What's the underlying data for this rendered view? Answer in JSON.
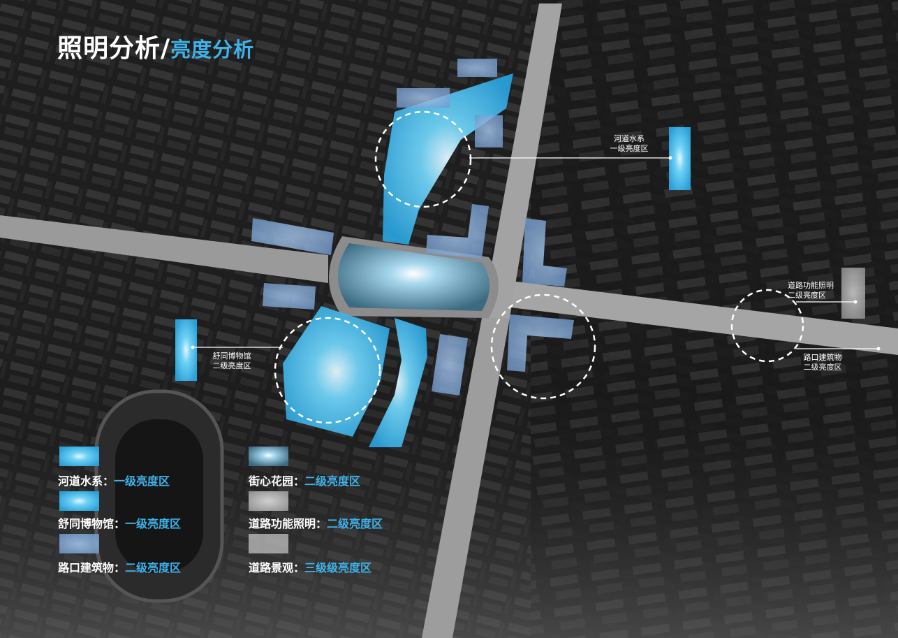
{
  "title": {
    "main": "照明分析/",
    "sub": "亮度分析"
  },
  "callouts": [
    {
      "name": "callout-river",
      "lines": [
        "河道水系",
        "一级亮度区"
      ]
    },
    {
      "name": "callout-road",
      "lines": [
        "道路功能照明",
        "二级亮度区"
      ]
    },
    {
      "name": "callout-corner",
      "lines": [
        "路口建筑物",
        "二级亮度区"
      ]
    },
    {
      "name": "callout-museum",
      "lines": [
        "舒同博物馆",
        "二级亮度区"
      ]
    }
  ],
  "legend": [
    {
      "label": "河道水系：",
      "level": "一级亮度区",
      "swatch": "bright-blue"
    },
    {
      "label": "舒同博物馆：",
      "level": "一级亮度区",
      "swatch": "bright-blue"
    },
    {
      "label": "路口建筑物：",
      "level": "二级亮度区",
      "swatch": "soft-blue"
    },
    {
      "label": "街心花园：",
      "level": "二级亮度区",
      "swatch": "glow-blue"
    },
    {
      "label": "道路功能照明：",
      "level": "二级亮度区",
      "swatch": "gray"
    },
    {
      "label": "道路景观：",
      "level": "三级级亮度区",
      "swatch": "light-gray"
    }
  ],
  "colors": {
    "accent": "#3fb2ea",
    "level1": "#4cc3ee",
    "level2_building": "#7fa8d6",
    "road": "#9e9e9e",
    "background": "#1b1b1b"
  }
}
